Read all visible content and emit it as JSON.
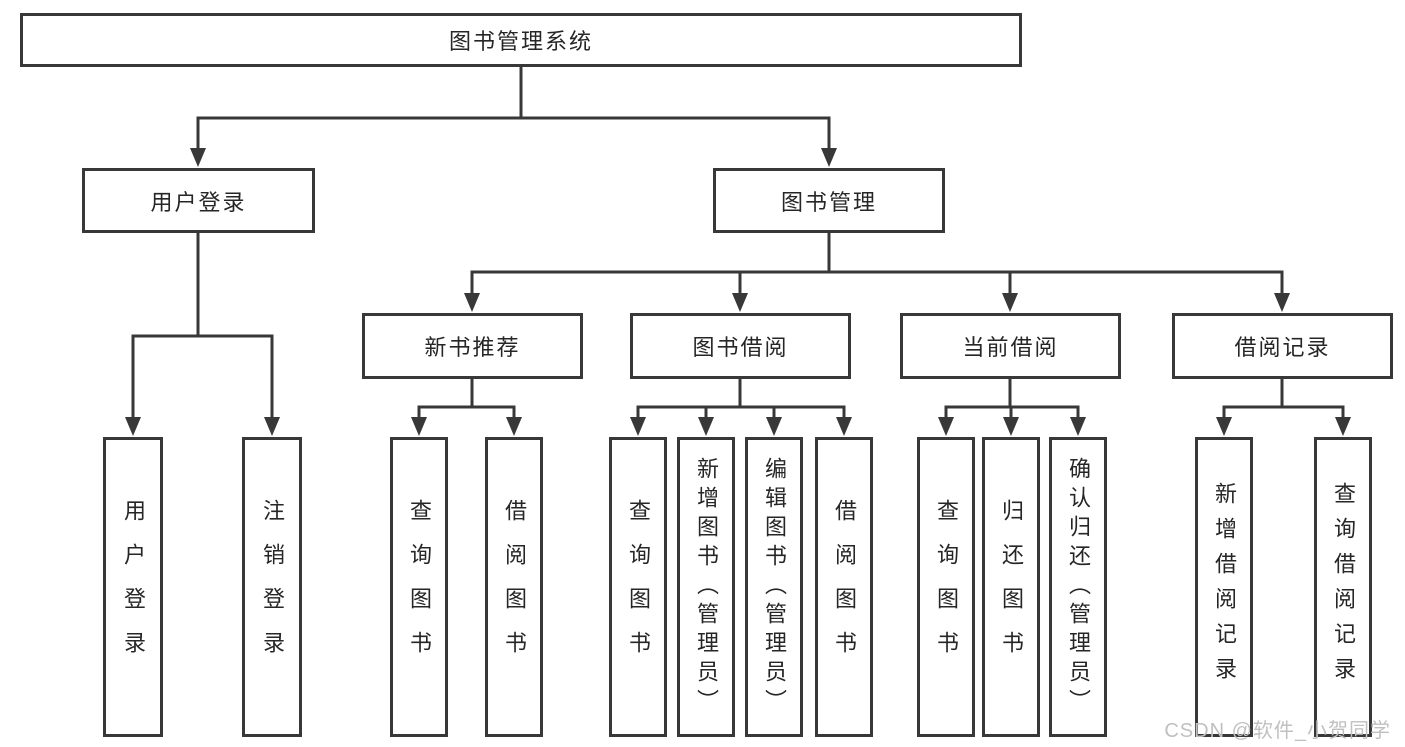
{
  "root": {
    "label": "图书管理系统"
  },
  "level2": {
    "user_login": {
      "label": "用户登录"
    },
    "book_management": {
      "label": "图书管理"
    }
  },
  "level3": {
    "new_book": {
      "label": "新书推荐"
    },
    "borrow": {
      "label": "图书借阅"
    },
    "current": {
      "label": "当前借阅"
    },
    "records": {
      "label": "借阅记录"
    }
  },
  "leaves": {
    "user_login": [
      "用户登录",
      "注销登录"
    ],
    "new_book": [
      "查询图书",
      "借阅图书"
    ],
    "borrow": [
      "查询图书",
      "新增图书（管理员）",
      "编辑图书（管理员）",
      "借阅图书"
    ],
    "current": [
      "查询图书",
      "归还图书",
      "确认归还（管理员）"
    ],
    "records": [
      "新增借阅记录",
      "查询借阅记录"
    ]
  },
  "watermark": {
    "text": "CSDN @软件_小贺同学"
  },
  "colors": {
    "line": "#383838",
    "border": "#383838",
    "text": "#262626",
    "watermark": "#c0c0c0",
    "background": "#ffffff"
  }
}
